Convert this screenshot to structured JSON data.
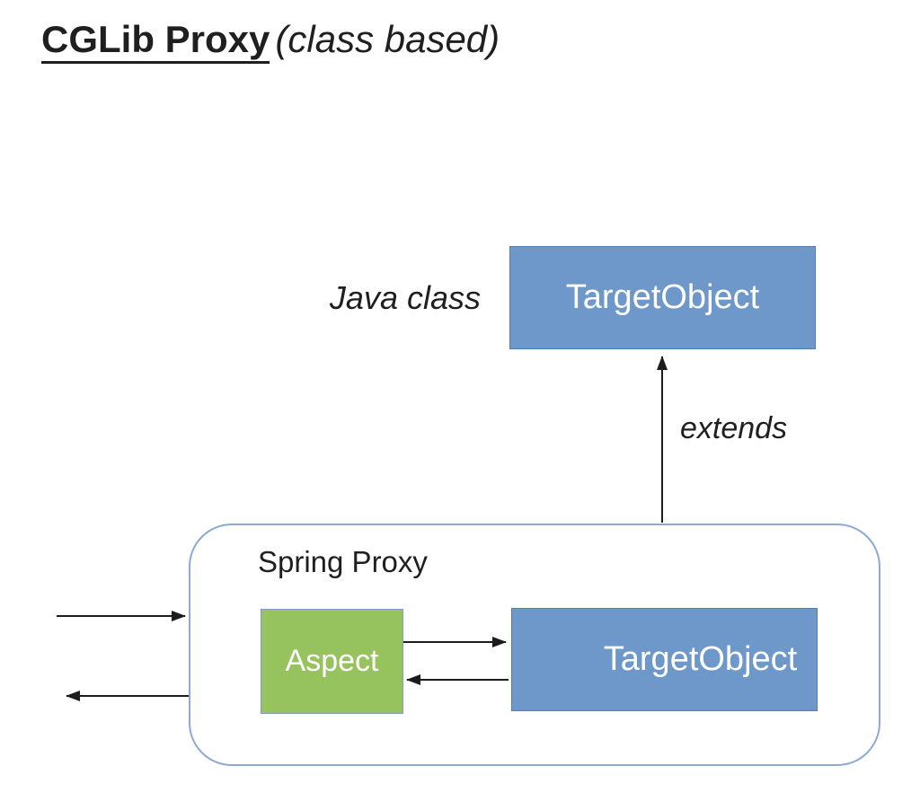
{
  "title": {
    "main": "CGLib Proxy",
    "qualifier": "(class based)"
  },
  "labels": {
    "java_class": "Java class",
    "extends": "extends",
    "spring_proxy": "Spring Proxy"
  },
  "boxes": {
    "target_top": {
      "label": "TargetObject",
      "fill": "#6d98c9"
    },
    "aspect": {
      "label": "Aspect",
      "fill": "#97c35e"
    },
    "target_inner": {
      "label": "TargetObject",
      "fill": "#6d98c9"
    }
  },
  "arrows": {
    "extends_arrow": "extends (inherits from TargetObject)",
    "incoming_arrow": "call into Spring Proxy",
    "return_arrow": "return from Spring Proxy",
    "aspect_to_target_arrow": "Aspect to TargetObject",
    "target_to_aspect_arrow": "TargetObject to Aspect"
  },
  "colors": {
    "bg": "#ffffff",
    "box_blue": "#6d98c9",
    "box_blue_border": "#527fae",
    "box_green": "#97c35e",
    "box_green_border": "#7f9ec6",
    "container_border": "#8ea9d4",
    "arrow_color": "#1c1c1c",
    "text_dark": "#1f1f1f",
    "box_text": "#ffffff"
  }
}
